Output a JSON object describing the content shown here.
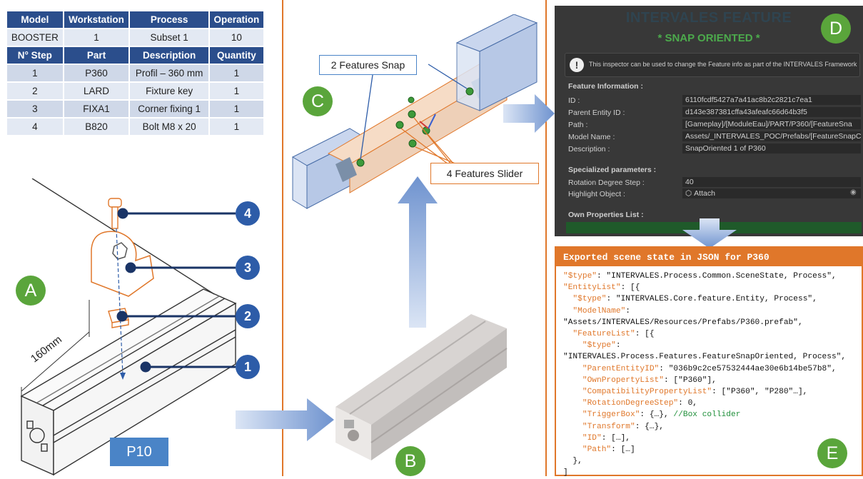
{
  "bom": {
    "header1": [
      "Model",
      "Workstation",
      "Process",
      "Operation"
    ],
    "row1": [
      "BOOSTER",
      "1",
      "Subset 1",
      "10"
    ],
    "header2": [
      "N° Step",
      "Part",
      "Description",
      "Quantity"
    ],
    "steps": [
      [
        "1",
        "P360",
        "Profil – 360 mm",
        "1"
      ],
      [
        "2",
        "LARD",
        "Fixture key",
        "1"
      ],
      [
        "3",
        "FIXA1",
        "Corner fixing 1",
        "1"
      ],
      [
        "4",
        "B820",
        "Bolt M8 x 20",
        "1"
      ]
    ]
  },
  "panel_a": {
    "badge": "A",
    "dimension": "160mm",
    "part_tag": "P10",
    "callouts": [
      "4",
      "3",
      "2",
      "1"
    ]
  },
  "panel_b": {
    "badge": "B"
  },
  "panel_c": {
    "badge": "C",
    "snap_label": "2 Features Snap",
    "slider_label": "4 Features Slider"
  },
  "panel_d": {
    "badge": "D",
    "title": "INTERVALES FEATURE",
    "subtitle": "* SNAP ORIENTED *",
    "info": "This inspector can be used to change the Feature info as part of the INTERVALES Framework",
    "section1": "Feature Information :",
    "fields": [
      {
        "label": "ID :",
        "value": "6110fcdf5427a7a41ac8b2c2821c7ea1"
      },
      {
        "label": "Parent Entity ID :",
        "value": "d143e387381cffa43afeafc66d64b3f5"
      },
      {
        "label": "Path :",
        "value": "[Gameplay]/[ModuleEau]/PART/P360/[FeatureSna"
      },
      {
        "label": "Model Name :",
        "value": "Assets/_INTERVALES_POC/Prefabs/[FeatureSnapC"
      },
      {
        "label": "Description :",
        "value": "SnapOriented 1 of P360"
      }
    ],
    "section2": "Specialized parameters :",
    "params": [
      {
        "label": "Rotation Degree Step :",
        "value": "40"
      },
      {
        "label": "Highlight Object :",
        "value": "Attach"
      }
    ],
    "section3": "Own Properties List :",
    "add_label": "+"
  },
  "panel_e": {
    "badge": "E",
    "title": "Exported scene state in JSON for P360",
    "lines": [
      {
        "k": "\"$type\"",
        "v": ": \"INTERVALES.Process.Common.SceneState, Process\",",
        "c": ""
      },
      {
        "k": "\"EntityList\"",
        "v": ": [{",
        "c": ""
      },
      {
        "k": "  \"$type\"",
        "v": ": \"INTERVALES.Core.feature.Entity, Process\",",
        "c": ""
      },
      {
        "k": "  \"ModelName\"",
        "v": ":",
        "c": ""
      },
      {
        "k": "",
        "v": "\"Assets/INTERVALES/Resources/Prefabs/P360.prefab\",",
        "c": ""
      },
      {
        "k": "  \"FeatureList\"",
        "v": ": [{",
        "c": ""
      },
      {
        "k": "    \"$type\"",
        "v": ":",
        "c": ""
      },
      {
        "k": "",
        "v": "\"INTERVALES.Process.Features.FeatureSnapOriented, Process\",",
        "c": ""
      },
      {
        "k": "    \"ParentEntityID\"",
        "v": ": \"036b9c2ce57532444ae30e6b14be57b8\",",
        "c": ""
      },
      {
        "k": "    \"OwnPropertyList\"",
        "v": ": [\"P360\"],",
        "c": ""
      },
      {
        "k": "    \"CompatibilityPropertyList\"",
        "v": ": [\"P360\", \"P280\"…],",
        "c": ""
      },
      {
        "k": "    \"RotationDegreeStep\"",
        "v": ": 0,",
        "c": ""
      },
      {
        "k": "    \"TriggerBox\"",
        "v": ": {…}, ",
        "c": "//Box collider"
      },
      {
        "k": "    \"Transform\"",
        "v": ": {…},",
        "c": ""
      },
      {
        "k": "    \"ID\"",
        "v": ": […],",
        "c": ""
      },
      {
        "k": "    \"Path\"",
        "v": ": […]",
        "c": ""
      },
      {
        "k": "",
        "v": "  },",
        "c": ""
      },
      {
        "k": "",
        "v": "]",
        "c": ""
      }
    ]
  },
  "colors": {
    "accent": "#e0772a",
    "green": "#5aa53b",
    "blue": "#2d5ca8",
    "table_header": "#2b4e8c"
  }
}
